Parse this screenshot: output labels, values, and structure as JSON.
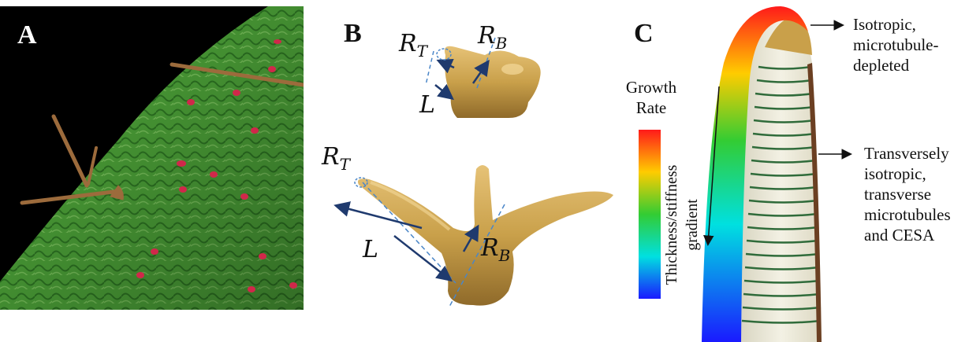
{
  "panels": {
    "a": {
      "letter": "A"
    },
    "b": {
      "letter": "B",
      "top_labels": {
        "r_t": "R",
        "r_t_sub": "T",
        "r_b": "R",
        "r_b_sub": "B",
        "l": "L"
      },
      "bottom_labels": {
        "r_t": "R",
        "r_t_sub": "T",
        "r_b": "R",
        "r_b_sub": "B",
        "l": "L"
      }
    },
    "c": {
      "letter": "C",
      "legend_title_line1": "Growth",
      "legend_title_line2": "Rate",
      "gradient_label": "Thickness/stiffness gradient",
      "tip_annotation": [
        "Isotropic,",
        "microtubule-",
        "depleted"
      ],
      "flank_annotation": [
        "Transversely",
        "isotropic,",
        "transverse",
        "microtubules",
        "and CESA"
      ]
    }
  },
  "colors": {
    "leaf_green": "#4fa83a",
    "trichome_brown": "#9c6b3c",
    "stomata_red": "#d0284a",
    "trichome_gold": "#c9a04a",
    "microtubule_green": "#2f6b3a"
  }
}
